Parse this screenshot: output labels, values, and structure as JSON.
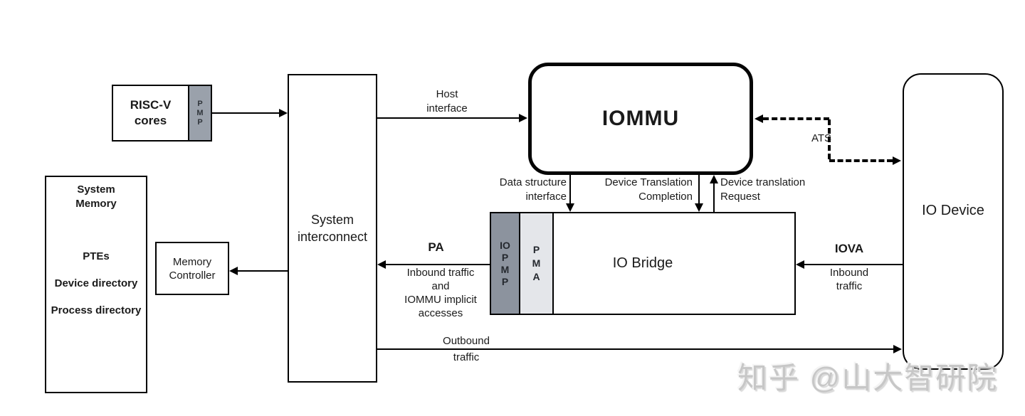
{
  "colors": {
    "line": "#000000",
    "pmp_fill": "#9aa1ab",
    "iopmp_fill": "#8c939e",
    "pma_fill": "#e4e6ea",
    "watermark_text": "#c7c7c7",
    "box_fill": "#ffffff"
  },
  "boxes": {
    "risc_v_cores": {
      "line1": "RISC-V",
      "line2": "cores",
      "pmp": [
        "P",
        "M",
        "P"
      ]
    },
    "system_interconnect": {
      "line1": "System",
      "line2": "interconnect"
    },
    "iommu": {
      "label": "IOMMU"
    },
    "io_device": {
      "label": "IO Device"
    },
    "system_memory": {
      "title1": "System",
      "title2": "Memory",
      "items": [
        "PTEs",
        "Device directory",
        "Process directory"
      ]
    },
    "memory_controller": {
      "line1": "Memory",
      "line2": "Controller"
    },
    "io_bridge": {
      "label": "IO Bridge",
      "iopmp": [
        "IO",
        "P",
        "M",
        "P"
      ],
      "pma": [
        "P",
        "M",
        "A"
      ]
    }
  },
  "arrows": {
    "host_interface": {
      "line1": "Host",
      "line2": "interface"
    },
    "data_structure_interface": {
      "line1": "Data structure",
      "line2": "interface"
    },
    "device_translation_completion": {
      "line1": "Device Translation",
      "line2": "Completion"
    },
    "device_translation_request": {
      "line1": "Device translation",
      "line2": "Request"
    },
    "ats": {
      "label": "ATS"
    },
    "pa": {
      "title": "PA",
      "line1": "Inbound traffic",
      "line2": "and",
      "line3": "IOMMU implicit",
      "line4": "accesses"
    },
    "iova": {
      "title": "IOVA",
      "line1": "Inbound",
      "line2": "traffic"
    },
    "outbound": {
      "line1": "Outbound",
      "line2": "traffic"
    }
  },
  "watermark": "知乎 @山大智研院"
}
